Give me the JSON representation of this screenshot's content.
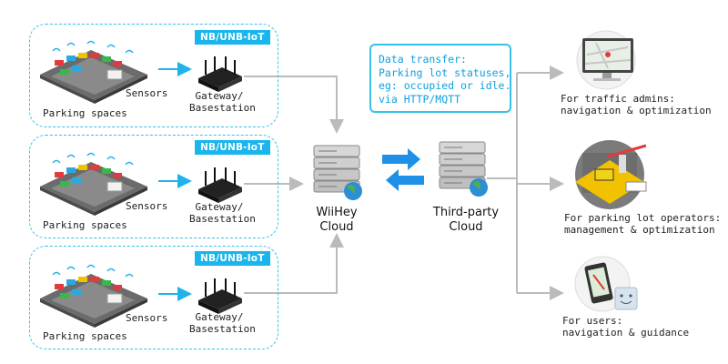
{
  "sites": [
    {
      "badge": "NB/UNB-IoT",
      "parking_label": "Parking spaces",
      "sensors_label": "Sensors",
      "gateway_label": "Gateway/\nBasestation"
    },
    {
      "badge": "NB/UNB-IoT",
      "parking_label": "Parking spaces",
      "sensors_label": "Sensors",
      "gateway_label": "Gateway/\nBasestation"
    },
    {
      "badge": "NB/UNB-IoT",
      "parking_label": "Parking spaces",
      "sensors_label": "Sensors",
      "gateway_label": "Gateway/\nBasestation"
    }
  ],
  "clouds": {
    "wiihey": "WiiHey\nCloud",
    "third_party": "Third-party\nCloud"
  },
  "data_transfer": {
    "line1": "Data transfer:",
    "line2": "Parking lot statuses,",
    "line3": "eg: occupied or idle.",
    "line4": "via HTTP/MQTT"
  },
  "targets": [
    {
      "line1": "For traffic admins:",
      "line2": "navigation & optimization",
      "icon": "monitor-map-icon"
    },
    {
      "line1": "For parking lot operators:",
      "line2": "management & optimization",
      "icon": "parking-gate-icon"
    },
    {
      "line1": "For users:",
      "line2": "navigation & guidance",
      "icon": "smartphone-icon"
    }
  ],
  "colors": {
    "accent": "#19b5ec",
    "connector": "#bbbbbb",
    "transfer_arrow": "#1e90e8"
  }
}
